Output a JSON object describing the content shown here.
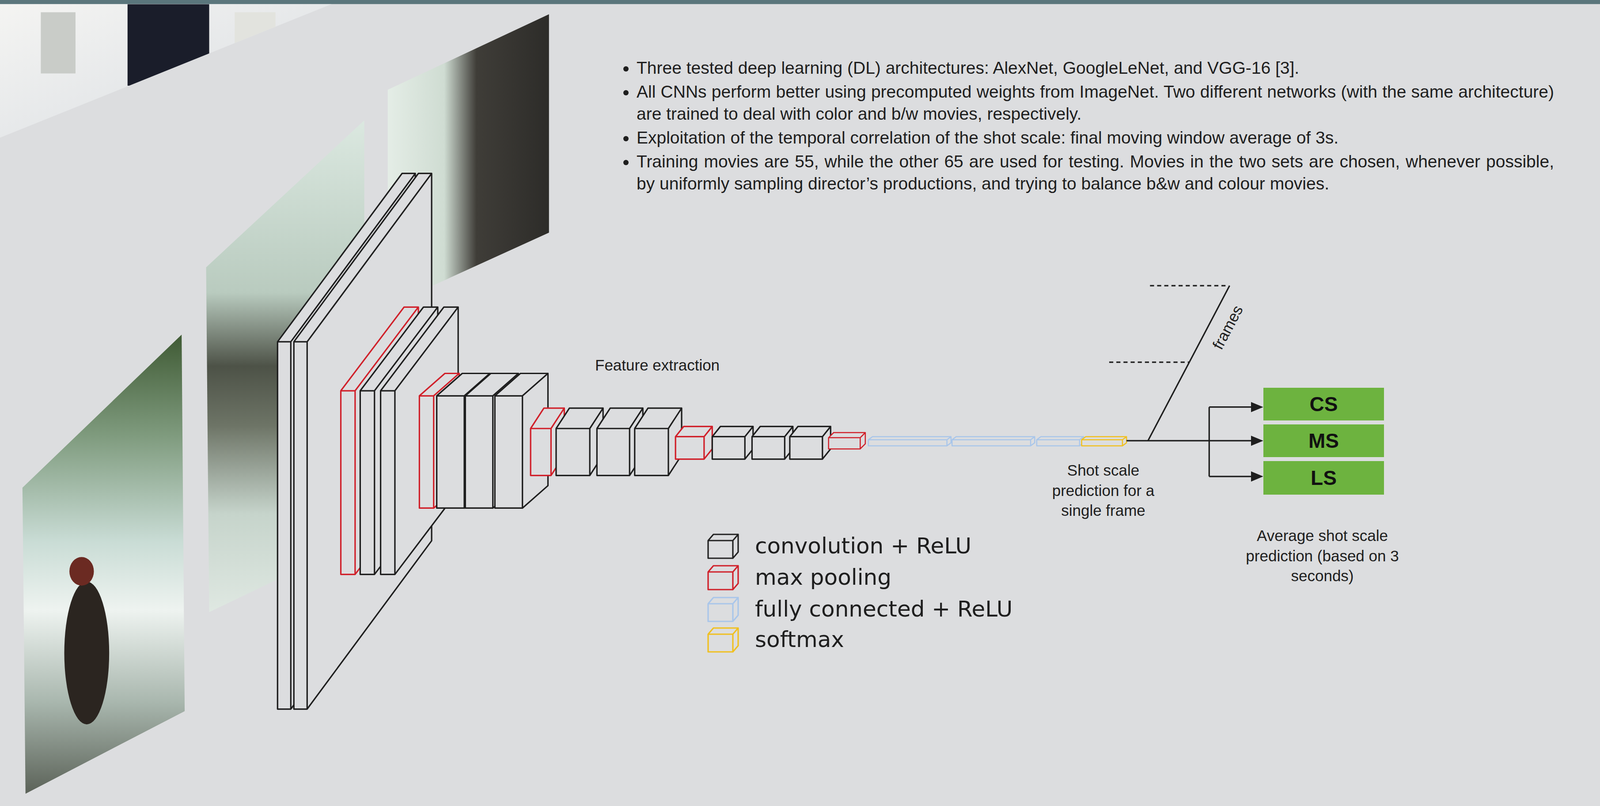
{
  "diagram": {
    "nodes": [
      {
        "text": [
          "CS"
        ]
      },
      {
        "text": [
          "MS"
        ]
      },
      {
        "text": [
          "LS"
        ]
      }
    ],
    "labels": [
      "Three tested deep learning (DL) architectures: AlexNet, GoogleLeNet, and VGG-16 [3].",
      "All CNNs perform better using precomputed weights from ImageNet. Two different networks (with the same architecture) are trained to deal with color and b/w movies, respectively.",
      "Exploitation of the temporal correlation of the shot scale: final moving window average of 3s.",
      "Training movies are 55, while the other 65 are used for testing. Movies in the two sets are chosen, whenever possible, by uniformly sampling director’s productions, and trying to balance b&w and colour movies.",
      "Feature extraction",
      "frames",
      "Shot scale prediction for a single frame",
      "Average shot scale prediction (based on 3 seconds)"
    ],
    "legend": [
      {
        "text": "convolution + ReLU",
        "color": "#222222"
      },
      {
        "text": "max pooling",
        "color": "#d0202a"
      },
      {
        "text": "fully connected + ReLU",
        "color": "#a9c6ea"
      },
      {
        "text": "softmax",
        "color": "#f0c020"
      }
    ]
  }
}
